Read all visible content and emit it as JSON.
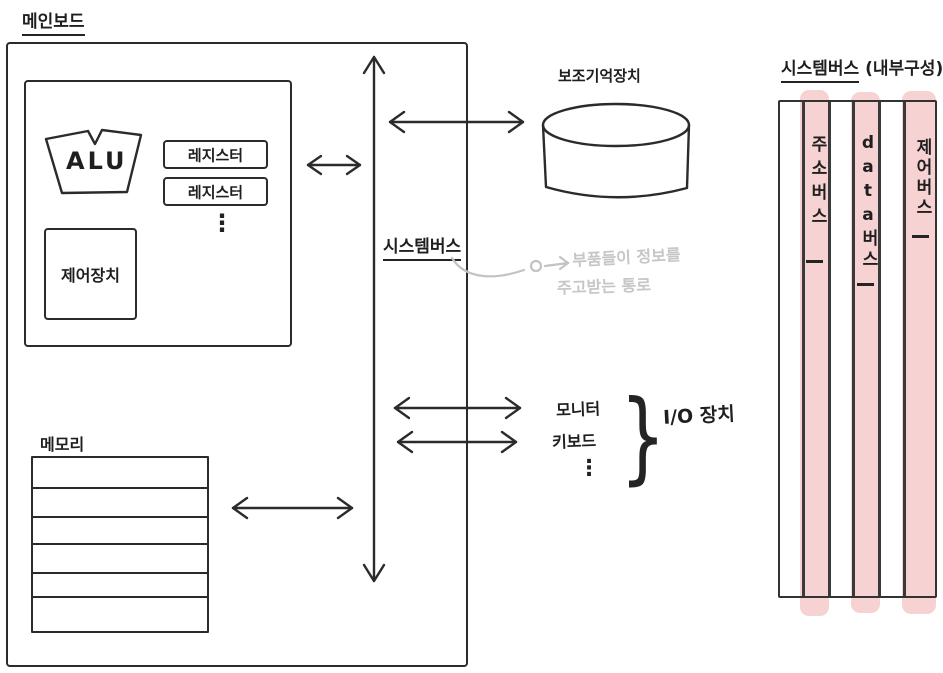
{
  "colors": {
    "ink": "#2b2b2b",
    "highlight_pink": "#f6d3d2",
    "faded_gray": "#c6c6c6",
    "background": "#ffffff"
  },
  "mainboard": {
    "label": "메인보드"
  },
  "cpu": {
    "alu_label": "ALU",
    "register_labels": [
      "레지스터",
      "레지스터"
    ],
    "ellipsis": "⋮",
    "control_unit_label": "제어장치"
  },
  "memory": {
    "label": "메모리",
    "row_count": 6
  },
  "system_bus": {
    "label": "시스템버스"
  },
  "bus_note": {
    "line1": "부품들이 정보를",
    "line2": "주고받는 통로"
  },
  "secondary_storage": {
    "label": "보조기억장치"
  },
  "io": {
    "monitor_label": "모니터",
    "keyboard_label": "키보드",
    "ellipsis": "⋮",
    "brace_glyph": "}",
    "group_label": "I/O 장치"
  },
  "bus_internal": {
    "title_main": "시스템버스",
    "title_suffix": " (내부구성)",
    "columns": [
      {
        "label": "주소버스"
      },
      {
        "label": "data버스"
      },
      {
        "label": "제어버스"
      }
    ]
  }
}
